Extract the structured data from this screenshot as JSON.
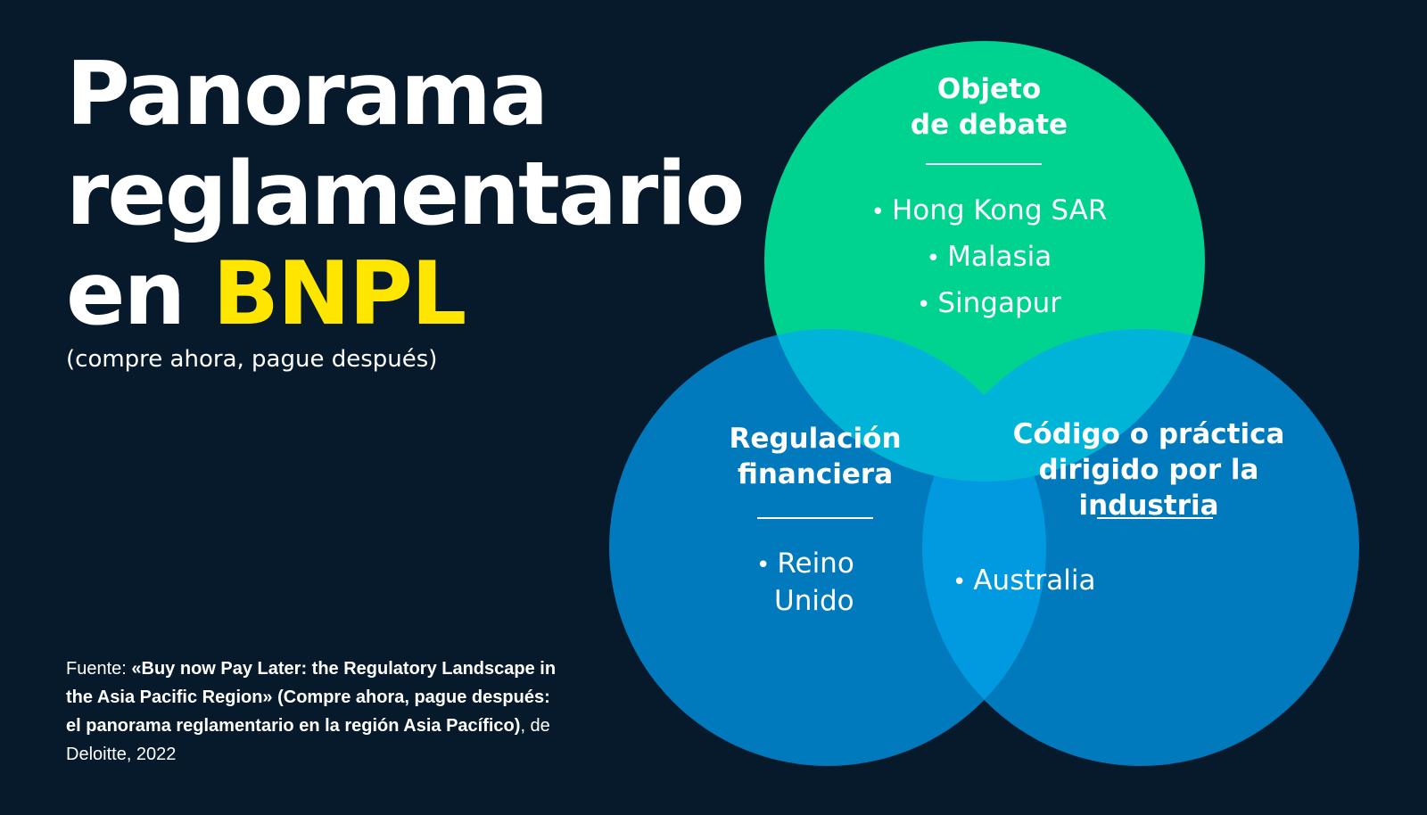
{
  "title": {
    "line1": "Panorama",
    "line2": "reglamentario",
    "line3_prefix": "en ",
    "line3_accent": "BNPL"
  },
  "subtitle": "(compre ahora, pague después)",
  "source": {
    "prefix": "Fuente: ",
    "bold_title": "«Buy now Pay Later: the Regulatory Landscape in the Asia Pacific Region» (Compre ahora, pague después: el panorama reglamentario en la región Asia Pacífico)",
    "suffix": ", de Deloitte, 2022"
  },
  "diagram": {
    "top": {
      "title_line1": "Objeto",
      "title_line2": "de debate",
      "items": [
        "Hong Kong SAR",
        "Malasia",
        "Singapur"
      ],
      "color": "#00d38f"
    },
    "left": {
      "title_line1": "Regulación",
      "title_line2": "financiera",
      "items": [
        "Reino Unido"
      ],
      "color": "#0179bd"
    },
    "right": {
      "title_line1": "Código o práctica",
      "title_line2": "dirigido por la industria",
      "items": [
        "Australia"
      ],
      "color": "#0179bd"
    },
    "overlap_color": "#00b4d8",
    "bottom_overlap_color": "#019ae0",
    "bullet": "•"
  },
  "colors": {
    "background": "#071a2c",
    "accent": "#ffe600"
  }
}
